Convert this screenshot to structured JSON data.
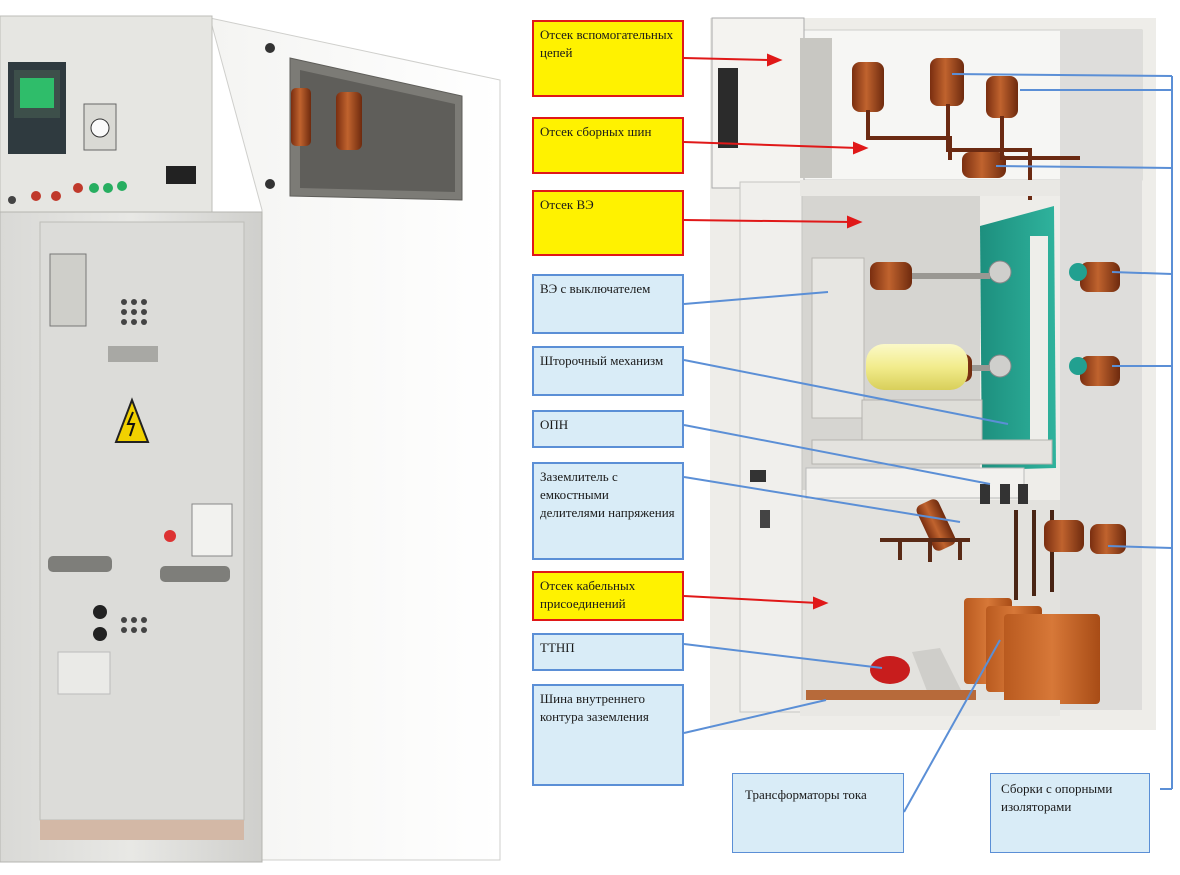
{
  "labels": {
    "aux_compartment": "Отсек вспомогательных цепей",
    "busbar_compartment": "Отсек сборных шин",
    "ve_compartment": "Отсек ВЭ",
    "ve_with_breaker": "ВЭ с выключателем",
    "shutter_mechanism": "Шторочный механизм",
    "opn": "ОПН",
    "earthing_switch": "Заземлитель с емкостными делителями напряжения",
    "cable_compartment": "Отсек кабельных присоединений",
    "ttnp": "ТТНП",
    "earthing_bus": "Шина внутреннего контура заземления",
    "current_transformers": "Трансформаторы тока",
    "insulator_assemblies": "Сборки с опорными изоляторами"
  },
  "colors": {
    "red_label_fill": "#fff200",
    "red_label_border": "#e01818",
    "blue_label_fill": "#d9ecf7",
    "blue_label_border": "#5b8fd6",
    "cabinet_body": "#ecebe6",
    "copper": "#b4572a"
  }
}
